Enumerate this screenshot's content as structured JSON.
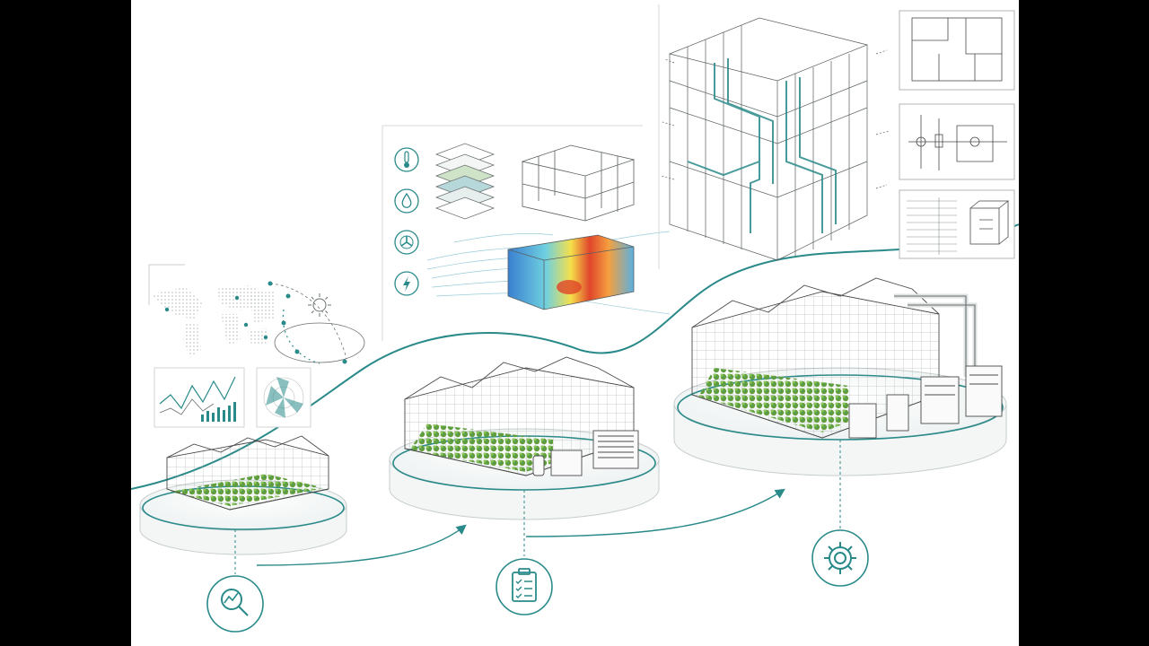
{
  "diagram": {
    "stages": [
      {
        "id": "analysis",
        "icon": "magnifier-chart-icon"
      },
      {
        "id": "design",
        "icon": "clipboard-checklist-icon"
      },
      {
        "id": "engineering",
        "icon": "gear-icon"
      }
    ],
    "parameter_icons": [
      "thermometer-icon",
      "water-drop-icon",
      "fan-icon",
      "lightning-icon"
    ],
    "colors": {
      "accent": "#2a8a8a",
      "accent_light": "#9fd0cf",
      "line": "#4a4a4a",
      "plant": "#5f9e3e",
      "heat_hot": "#e0452b",
      "heat_cold": "#3a7fd0"
    }
  }
}
